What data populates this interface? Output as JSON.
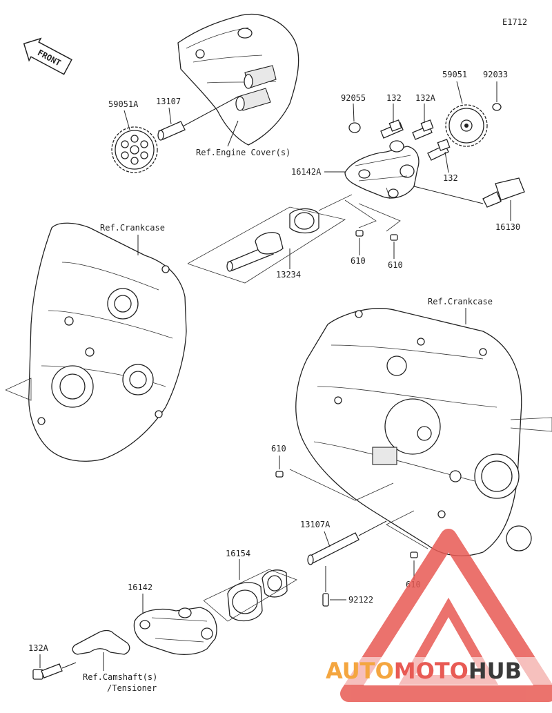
{
  "diagram_code": "E1712",
  "front_label": "FRONT",
  "references": {
    "engine_cover": "Ref.Engine Cover(s)",
    "crankcase_left": "Ref.Crankcase",
    "crankcase_right": "Ref.Crankcase",
    "camshaft_line1": "Ref.Camshaft(s)",
    "camshaft_line2": "/Tensioner"
  },
  "parts": {
    "p59051A": "59051A",
    "p13107": "13107",
    "p92055": "92055",
    "p132_top": "132",
    "p132A_top": "132A",
    "p59051": "59051",
    "p92033": "92033",
    "p16142A": "16142A",
    "p132_right": "132",
    "p16130": "16130",
    "p610_a": "610",
    "p610_b": "610",
    "p13234": "13234",
    "p610_c": "610",
    "p13107A": "13107A",
    "p16154": "16154",
    "p610_d": "610",
    "p16142": "16142",
    "p92122": "92122",
    "p132A_bottom": "132A"
  },
  "watermark": {
    "brand_part1": "AUTO",
    "brand_part2": "MOTO",
    "brand_part3": "HUB",
    "colors": {
      "triangle": "#e85a54",
      "auto": "#f4a640",
      "moto": "#e85a54",
      "hub": "#3a3a3a"
    }
  }
}
